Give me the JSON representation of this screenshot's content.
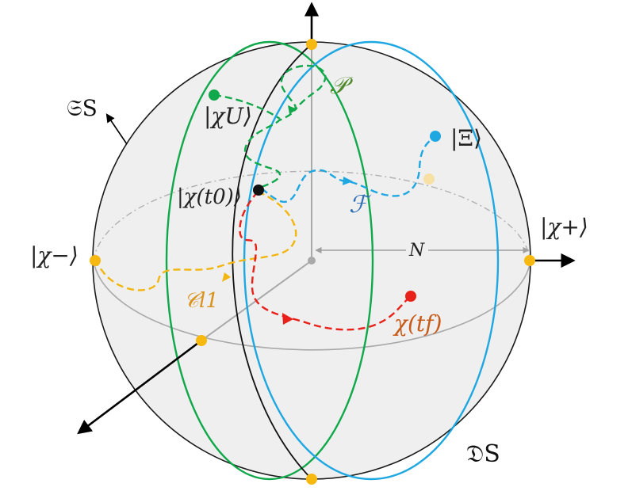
{
  "diagram": {
    "labels": {
      "space_S": "𝔖S",
      "space_D": "𝔇S",
      "chi_U": "|χU⟩",
      "Xi": "|Ξ⟩",
      "chi_t0": "|χ(t0)⟩",
      "chi_minus": "|χ−⟩",
      "chi_plus": "|χ+⟩",
      "N": "N",
      "P": "𝒫",
      "F": "ℱ",
      "C_l1": "𝒞l1",
      "chi_tf": "χ(tf)"
    },
    "colors": {
      "sphere_fill": "#efefef",
      "green_circle": "#10a84a",
      "blue_circle": "#1ea7e1",
      "red_path": "#e8221b",
      "orange_path": "#f1b60f",
      "yellow_point": "#f7b80f",
      "label_green": "#4e8a2c",
      "label_blue": "#2f6fb5",
      "label_orange": "#d9921c",
      "label_red": "#c75a18"
    }
  }
}
